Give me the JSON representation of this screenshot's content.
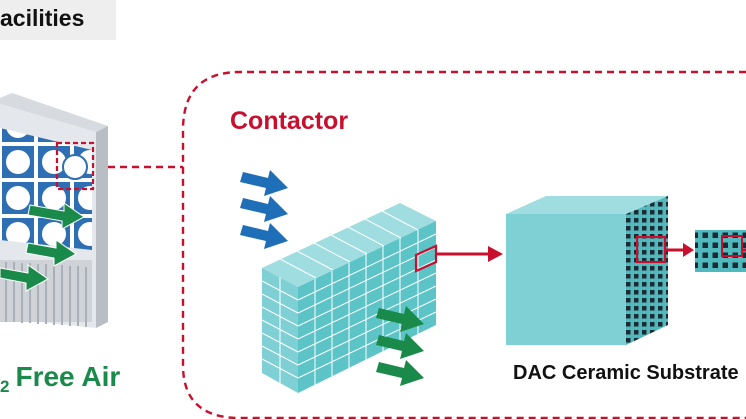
{
  "header": {
    "label": "acilities"
  },
  "contactor": {
    "title": "Contactor"
  },
  "free_air": {
    "subscript": "2",
    "label": "Free Air"
  },
  "substrate": {
    "caption": "DAC Ceramic Substrate"
  },
  "colors": {
    "accent_red": "#c8102e",
    "air_green": "#1a8a4a",
    "air_blue": "#1f6fb8",
    "honeycomb_teal": "#5cc3c7"
  },
  "icons": [
    "fan-icon",
    "arrow-right-icon"
  ]
}
